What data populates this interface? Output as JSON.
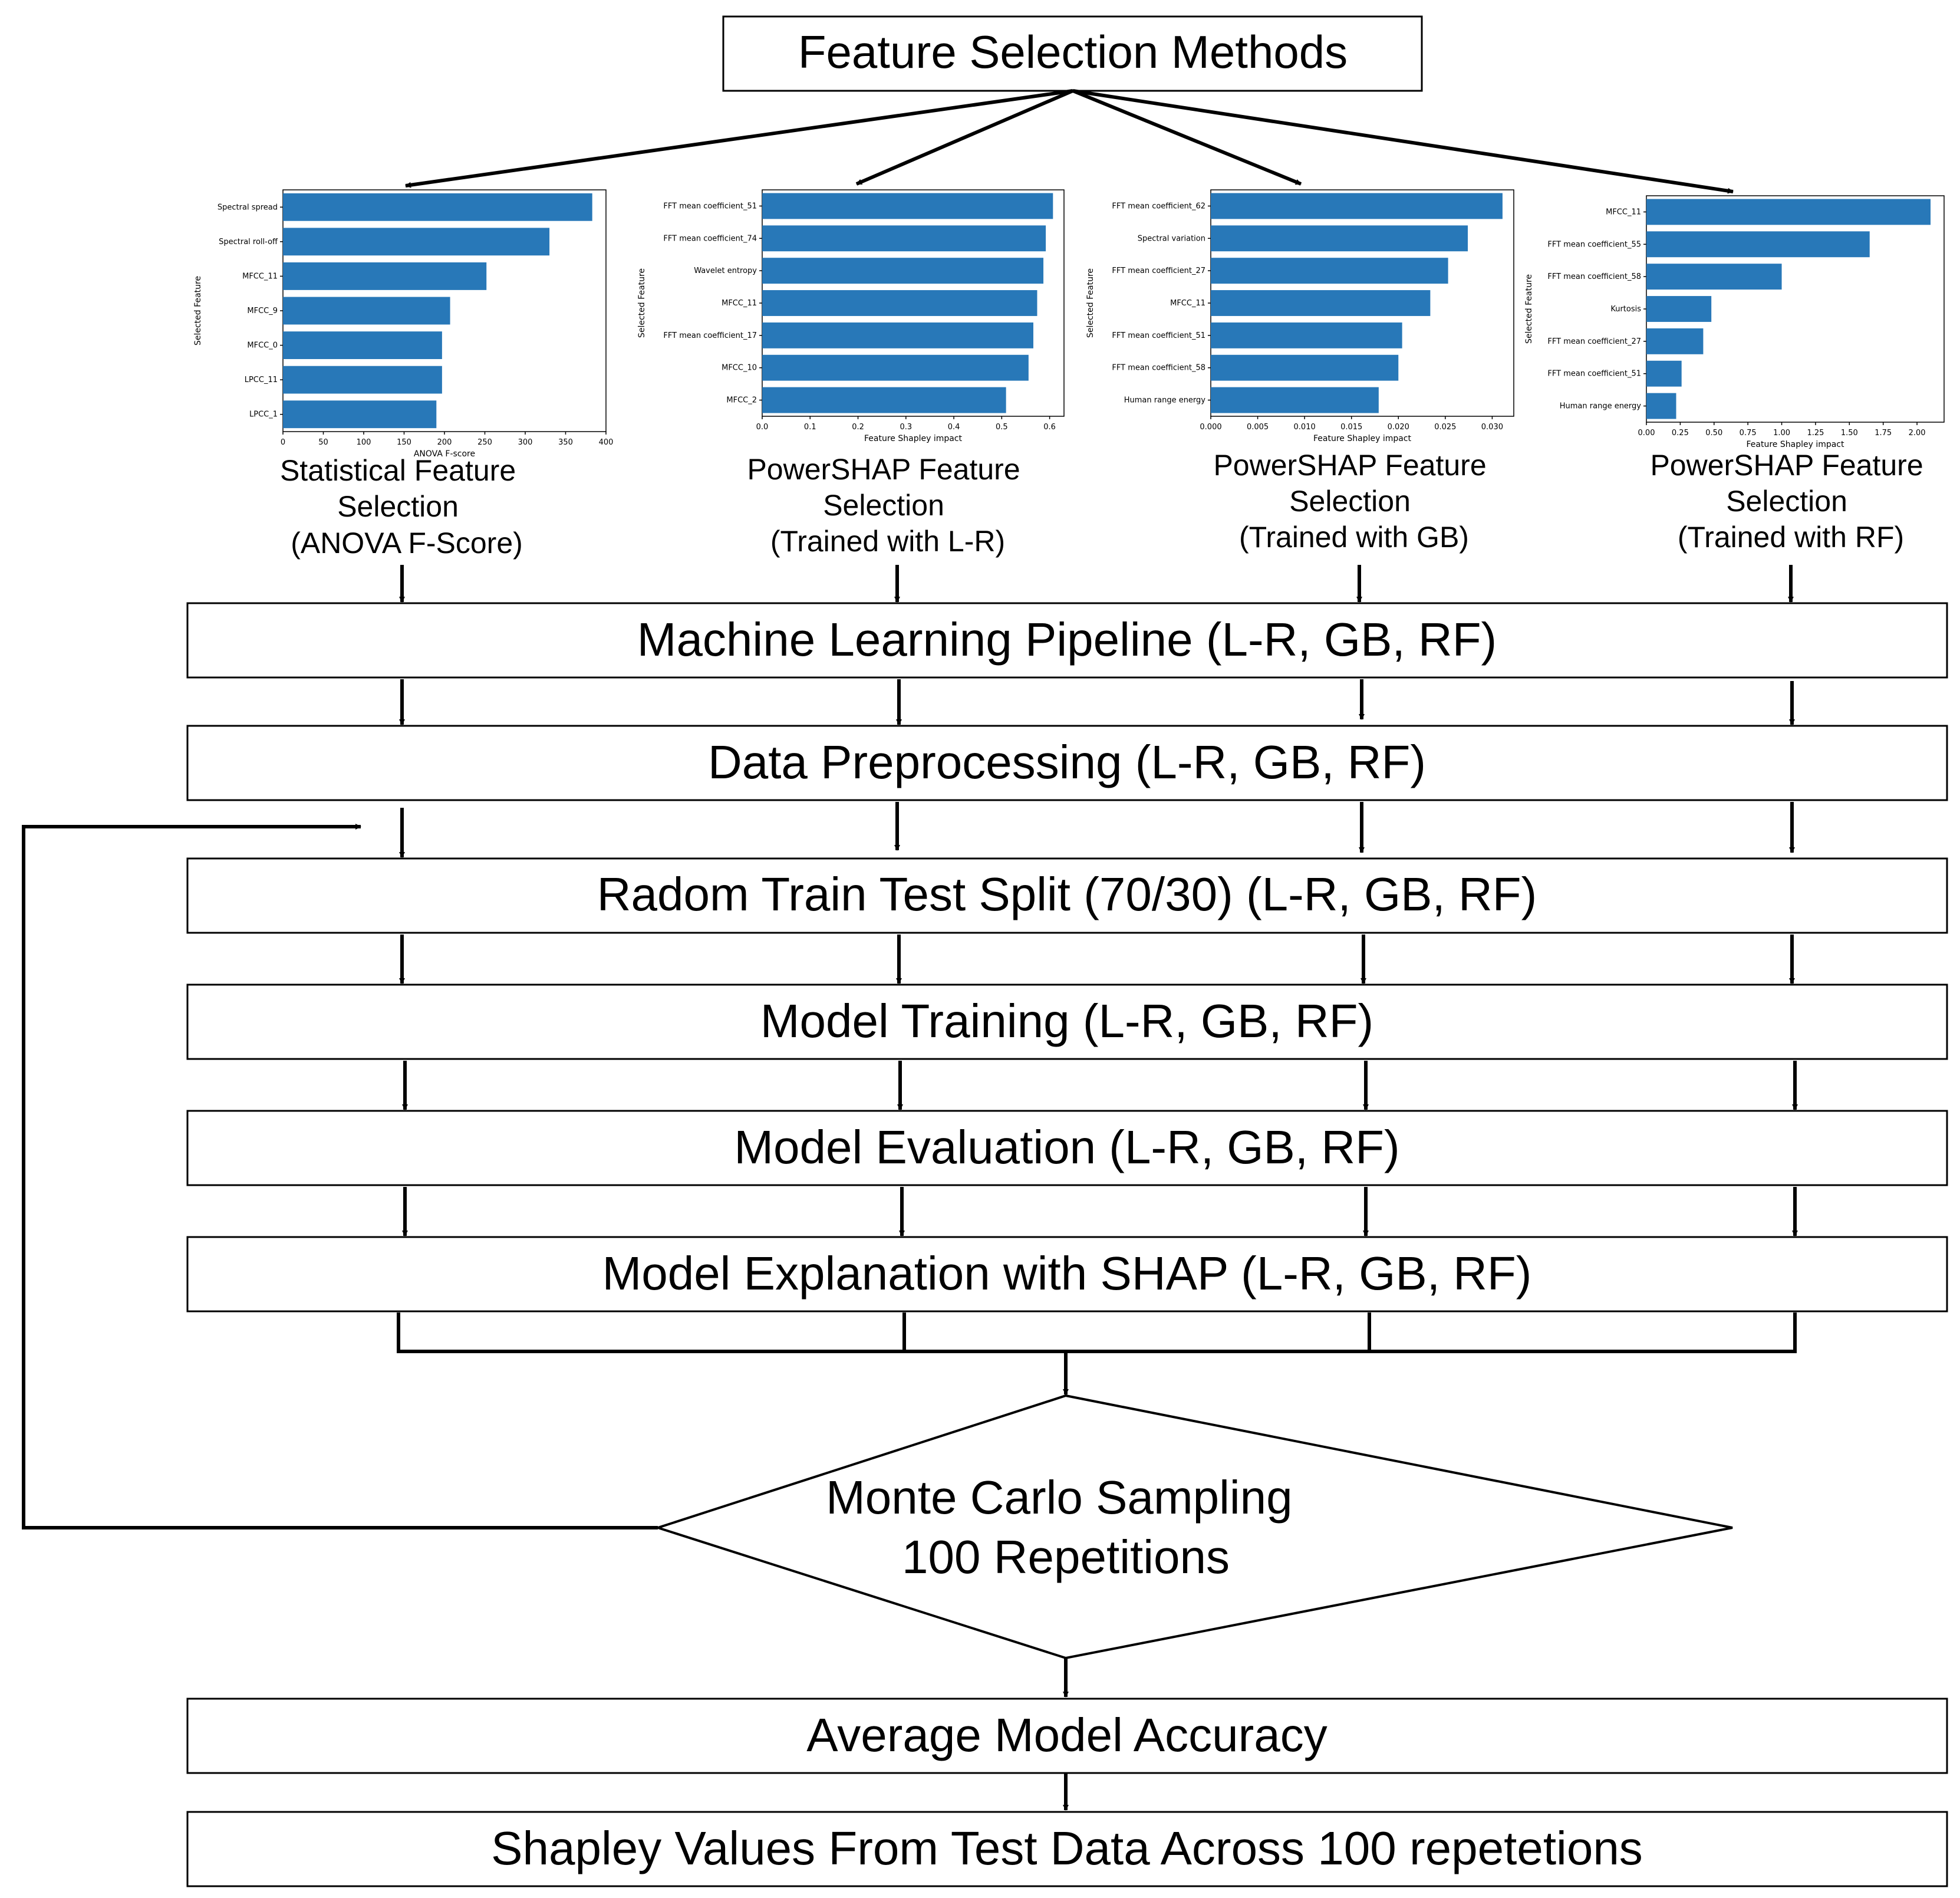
{
  "title": "Feature Selection Methods",
  "charts": [
    {
      "caption": [
        "Statistical Feature",
        "Selection",
        "(ANOVA F-Score)"
      ],
      "xlabel": "ANOVA F-score",
      "ylabel": "Selected Feature",
      "categories": [
        "Spectral spread",
        "Spectral roll-off",
        "MFCC_11",
        "MFCC_9",
        "MFCC_0",
        "LPCC_11",
        "LPCC_1"
      ],
      "values": [
        383,
        330,
        252,
        207,
        197,
        197,
        190
      ],
      "ticks": [
        "0",
        "50",
        "100",
        "150",
        "200",
        "250",
        "300",
        "350",
        "400"
      ],
      "xlim": [
        0,
        400
      ]
    },
    {
      "caption": [
        "PowerSHAP Feature",
        "Selection",
        "(Trained with L-R)"
      ],
      "xlabel": "Feature Shapley impact",
      "ylabel": "Selected Feature",
      "categories": [
        "FFT mean coefficient_51",
        "FFT mean coefficient_74",
        "Wavelet entropy",
        "MFCC_11",
        "FFT mean coefficient_17",
        "MFCC_10",
        "MFCC_2"
      ],
      "values": [
        0.607,
        0.592,
        0.587,
        0.574,
        0.566,
        0.556,
        0.509
      ],
      "ticks": [
        "0.0",
        "0.1",
        "0.2",
        "0.3",
        "0.4",
        "0.5",
        "0.6"
      ],
      "xlim": [
        0,
        0.63
      ]
    },
    {
      "caption": [
        "PowerSHAP Feature",
        "Selection",
        "(Trained with GB)"
      ],
      "xlabel": "Feature Shapley impact",
      "ylabel": "Selected Feature",
      "categories": [
        "FFT mean coefficient_62",
        "Spectral variation",
        "FFT mean coefficient_27",
        "MFCC_11",
        "FFT mean coefficient_51",
        "FFT mean coefficient_58",
        "Human range energy"
      ],
      "values": [
        0.0311,
        0.0274,
        0.0253,
        0.0234,
        0.0204,
        0.02,
        0.0179
      ],
      "ticks": [
        "0.000",
        "0.005",
        "0.010",
        "0.015",
        "0.020",
        "0.025",
        "0.030"
      ],
      "xlim": [
        0,
        0.0323
      ]
    },
    {
      "caption": [
        "PowerSHAP Feature",
        "Selection",
        "(Trained with RF)"
      ],
      "xlabel": "Feature Shapley impact",
      "ylabel": "Selected Feature",
      "categories": [
        "MFCC_11",
        "FFT mean coefficient_55",
        "FFT mean coefficient_58",
        "Kurtosis",
        "FFT mean coefficient_27",
        "FFT mean coefficient_51",
        "Human range energy"
      ],
      "values": [
        2.1,
        1.65,
        1.0,
        0.48,
        0.42,
        0.26,
        0.22
      ],
      "ticks": [
        "0.00",
        "0.25",
        "0.50",
        "0.75",
        "1.00",
        "1.25",
        "1.50",
        "1.75",
        "2.00"
      ],
      "xlim": [
        0,
        2.2
      ]
    }
  ],
  "steps": [
    "Machine Learning Pipeline (L-R, GB, RF)",
    "Data Preprocessing (L-R, GB, RF)",
    "Radom Train Test Split (70/30) (L-R, GB, RF)",
    "Model Training (L-R, GB, RF)",
    "Model Evaluation (L-R, GB, RF)",
    "Model Explanation with SHAP (L-R, GB, RF)"
  ],
  "decision": [
    "Monte Carlo Sampling",
    "100 Repetitions"
  ],
  "final_steps": [
    "Average Model Accuracy",
    "Shapley Values From Test Data Across 100 repetetions"
  ],
  "colors": {
    "bar": "#2878b8",
    "line": "#000000"
  }
}
